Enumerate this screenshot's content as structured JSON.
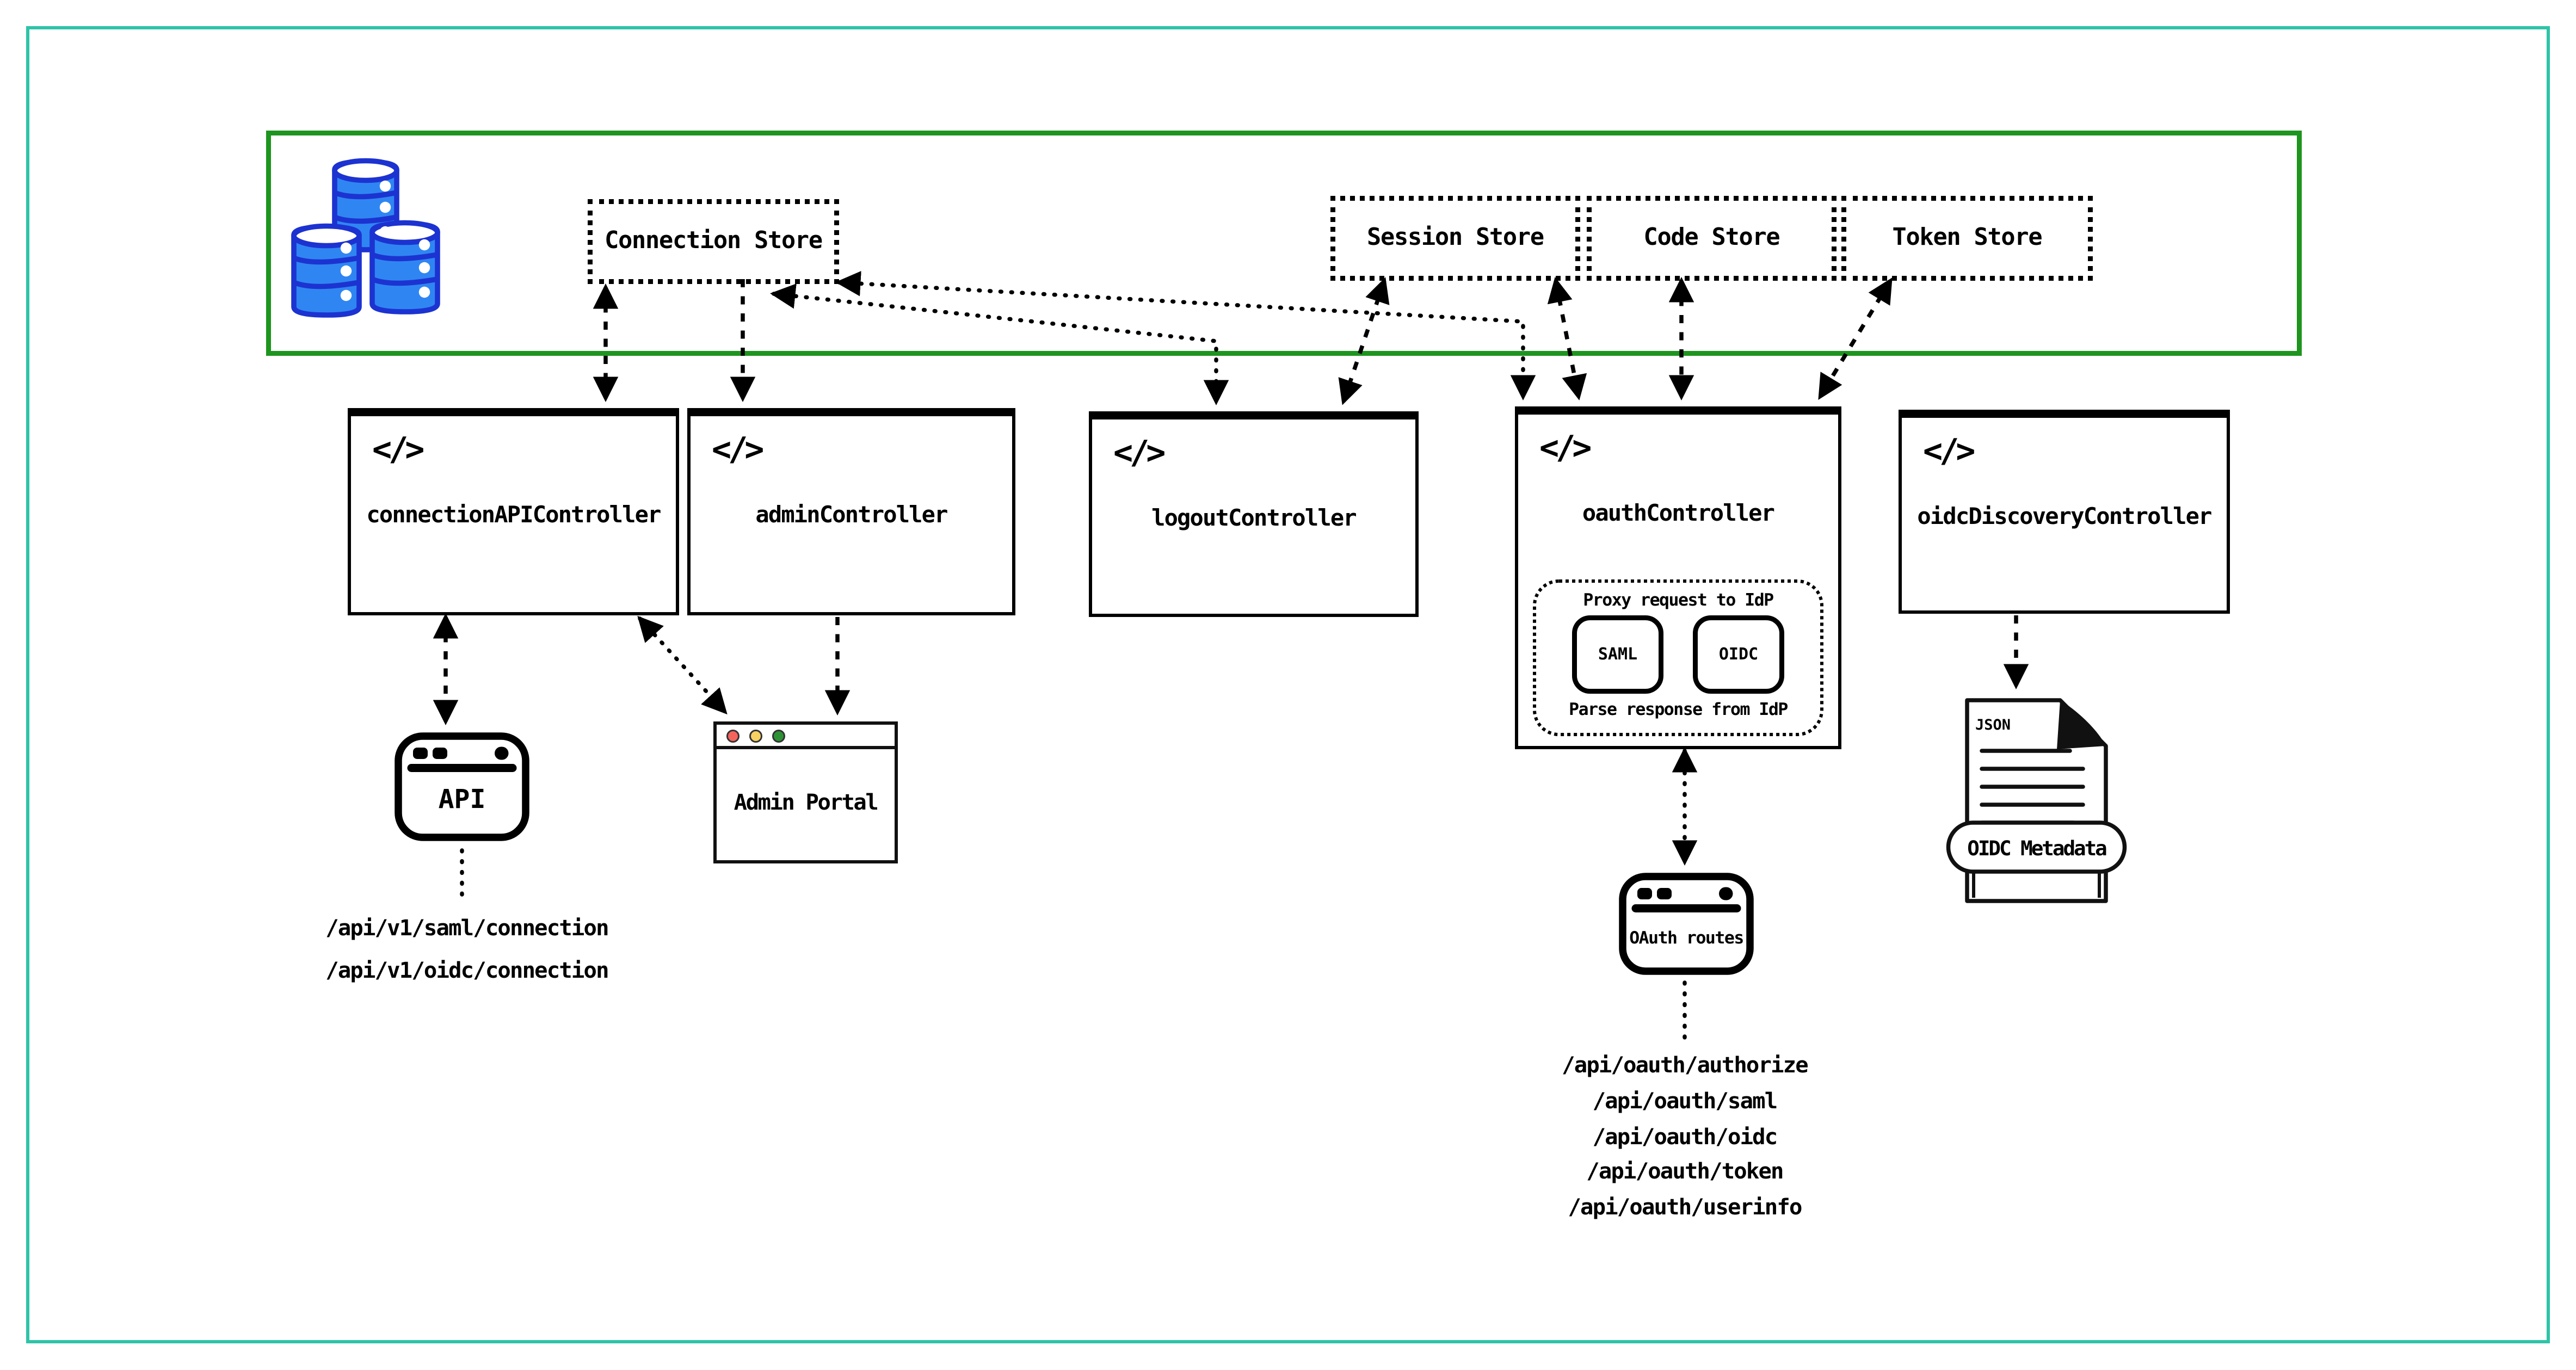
{
  "diagram": {
    "store_zone": {
      "stores": [
        {
          "label": "Connection Store"
        },
        {
          "label": "Session Store"
        },
        {
          "label": "Code Store"
        },
        {
          "label": "Token Store"
        }
      ]
    },
    "code_icon_glyph": "</>",
    "controllers": [
      {
        "label": "connectionAPIController"
      },
      {
        "label": "adminController"
      },
      {
        "label": "logoutController"
      },
      {
        "label": "oauthController"
      },
      {
        "label": "oidcDiscoveryController"
      }
    ],
    "oauth_internal": {
      "proxy_label": "Proxy request to IdP",
      "parse_label": "Parse response from IdP",
      "protocols": [
        {
          "label": "SAML"
        },
        {
          "label": "OIDC"
        }
      ]
    },
    "clients": {
      "api_window": {
        "label": "API"
      },
      "admin_portal_window": {
        "label": "Admin Portal"
      },
      "oauth_routes_window": {
        "label": "OAuth routes"
      },
      "oidc_metadata_doc": {
        "file_type": "JSON",
        "label": "OIDC Metadata"
      }
    },
    "route_lists": {
      "connection_api_routes": [
        "/api/v1/saml/connection",
        "/api/v1/oidc/connection"
      ],
      "oauth_routes": [
        "/api/oauth/authorize",
        "/api/oauth/saml",
        "/api/oauth/oidc",
        "/api/oauth/token",
        "/api/oauth/userinfo"
      ]
    },
    "colors": {
      "frame_teal": "#2EC4A8",
      "zone_green": "#1E951E",
      "db_blue_fill": "#2F86F2",
      "db_blue_stroke": "#1C33D1",
      "traffic_red": "#F4645C",
      "traffic_yellow": "#F6D263",
      "traffic_green": "#2D9233",
      "line_black": "#000000"
    }
  }
}
